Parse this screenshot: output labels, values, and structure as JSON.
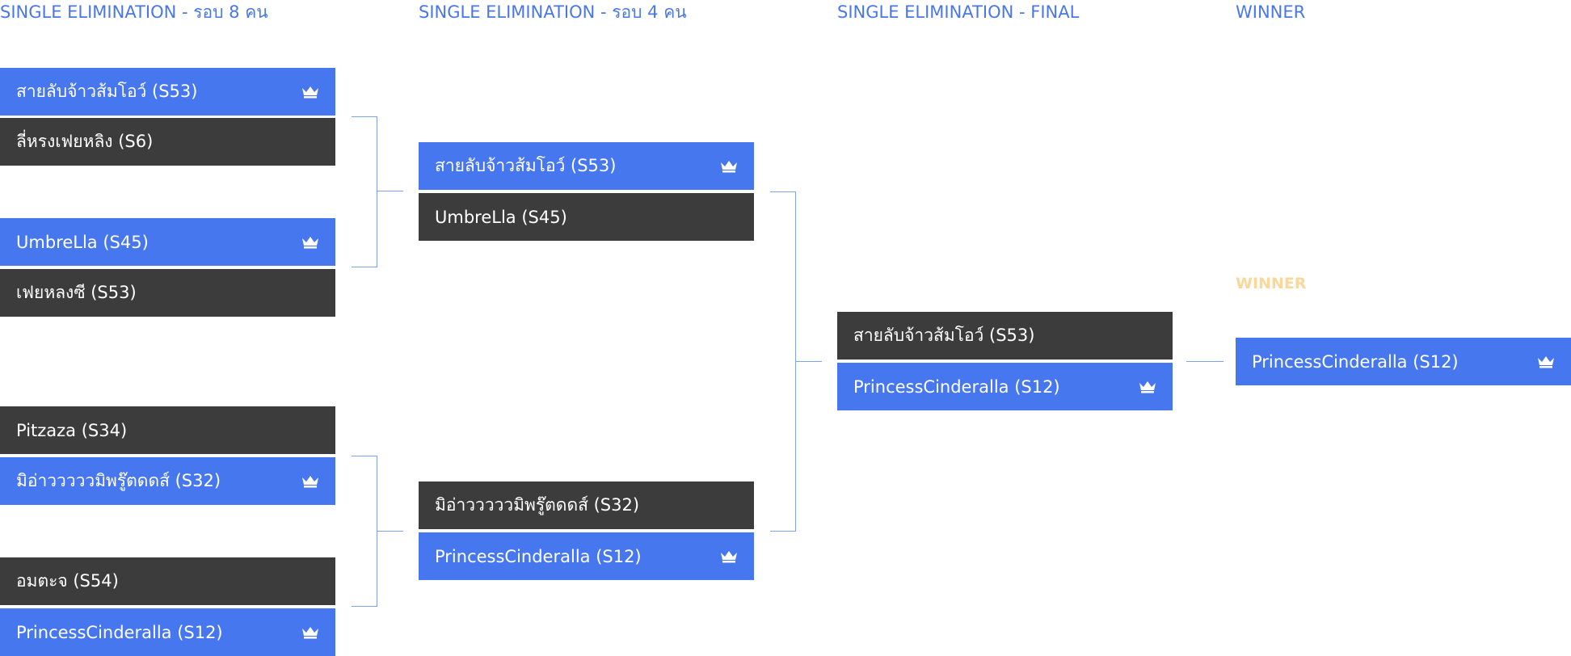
{
  "rounds": [
    {
      "title": "SINGLE ELIMINATION - รอบ 8 คน"
    },
    {
      "title": "SINGLE ELIMINATION - รอบ 4 คน"
    },
    {
      "title": "SINGLE ELIMINATION - FINAL"
    },
    {
      "title": "WINNER"
    }
  ],
  "round8": [
    {
      "name": "สายลับจ้าวส้มโอว์ (S53)",
      "winner": true
    },
    {
      "name": "ลี่หรงเฟยหลิง (S6)",
      "winner": false
    },
    {
      "name": "UmbreLla (S45)",
      "winner": true
    },
    {
      "name": "เฟยหลงซี (S53)",
      "winner": false
    },
    {
      "name": "Pitzaza (S34)",
      "winner": false
    },
    {
      "name": "มิอ่าวววววมิพรู๊ตดดส์ (S32)",
      "winner": true
    },
    {
      "name": "อมตะจ (S54)",
      "winner": false
    },
    {
      "name": "PrincessCinderalla (S12)",
      "winner": true
    }
  ],
  "round4": [
    {
      "name": "สายลับจ้าวส้มโอว์ (S53)",
      "winner": true
    },
    {
      "name": "UmbreLla (S45)",
      "winner": false
    },
    {
      "name": "มิอ่าวววววมิพรู๊ตดดส์ (S32)",
      "winner": false
    },
    {
      "name": "PrincessCinderalla (S12)",
      "winner": true
    }
  ],
  "final": [
    {
      "name": "สายลับจ้าวส้มโอว์ (S53)",
      "winner": false
    },
    {
      "name": "PrincessCinderalla (S12)",
      "winner": true
    }
  ],
  "champion": {
    "label": "WINNER",
    "name": "PrincessCinderalla (S12)"
  },
  "colors": {
    "title": "#4a77e8",
    "winner_slot": "#4777ef",
    "loser_slot": "#3c3c3c",
    "connector": "#7fa2f0",
    "winner_label": "#fbd79b"
  },
  "icons": {
    "winner_mark": "crown-icon"
  }
}
